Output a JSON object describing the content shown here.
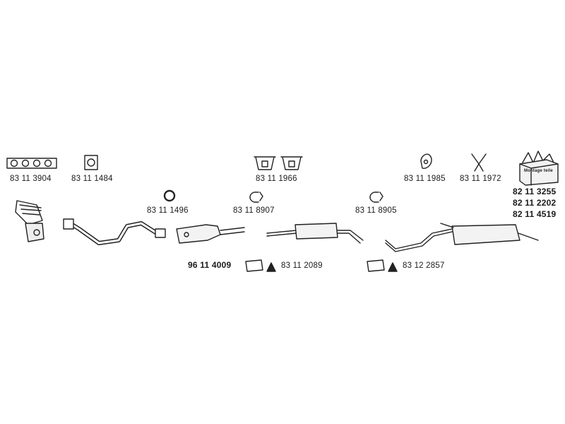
{
  "parts": {
    "exhaust_manifold_gasket": "83 11 3904",
    "flange_gasket_square": "83 11 1484",
    "ring_gasket_1": "83 11 1496",
    "clamp_1": "83 11 8907",
    "mounting_bracket": "83 11 1966",
    "clamp_2": "83 11 8905",
    "rubber_mount": "83 11 1985",
    "hanger": "83 11 1972",
    "catalytic_converter": "96 11 4009",
    "pipe_connector_1": "83 11 2089",
    "pipe_connector_2": "83 12 2857",
    "mounting_kit_1": "82 11 3255",
    "mounting_kit_2": "82 11 2202",
    "mounting_kit_3": "82 11 4519"
  },
  "kit_box_label": "Montage teile",
  "colors": {
    "stroke": "#222222",
    "pipe_fill": "#ffffff",
    "box_fill": "#f2f2f2"
  }
}
